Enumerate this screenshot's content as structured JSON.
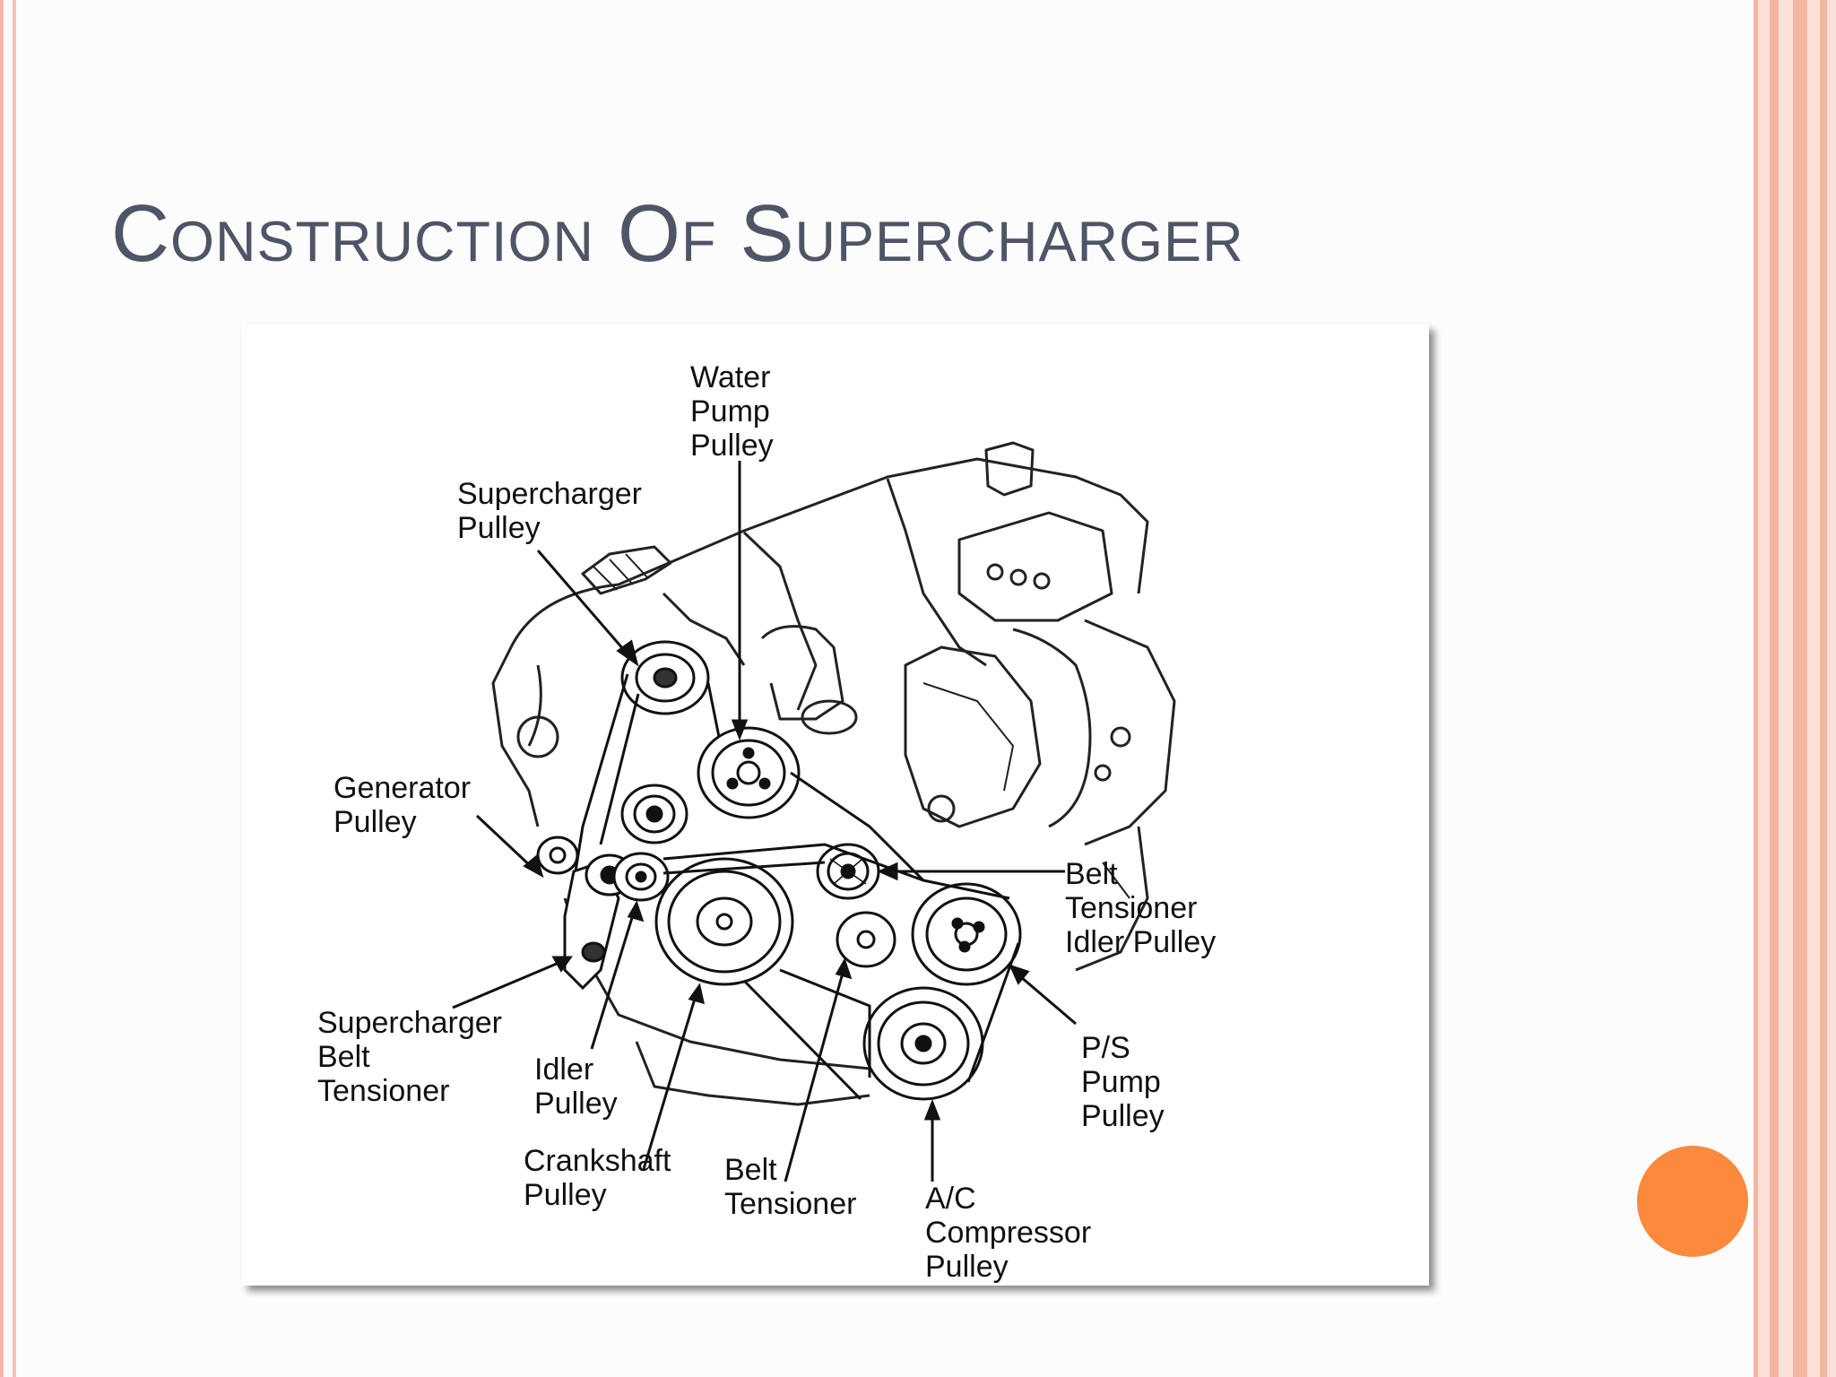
{
  "slide": {
    "title": "Construction Of Supercharger",
    "accent_color": "#fb8a3c",
    "border_color": "#f4b5a1"
  },
  "diagram": {
    "labels": {
      "water_pump_pulley": [
        "Water",
        "Pump",
        "Pulley"
      ],
      "supercharger_pulley": [
        "Supercharger",
        "Pulley"
      ],
      "generator_pulley": [
        "Generator",
        "Pulley"
      ],
      "belt_tensioner_idler_pulley": [
        "Belt",
        "Tensioner",
        "Idler Pulley"
      ],
      "supercharger_belt_tensioner": [
        "Supercharger",
        "Belt",
        "Tensioner"
      ],
      "idler_pulley": [
        "Idler",
        "Pulley"
      ],
      "crankshaft_pulley": [
        "Crankshaft",
        "Pulley"
      ],
      "belt_tensioner": [
        "Belt",
        "Tensioner"
      ],
      "ps_pump_pulley": [
        "P/S",
        "Pump",
        "Pulley"
      ],
      "ac_compressor_pulley": [
        "A/C",
        "Compressor",
        "Pulley"
      ]
    }
  }
}
